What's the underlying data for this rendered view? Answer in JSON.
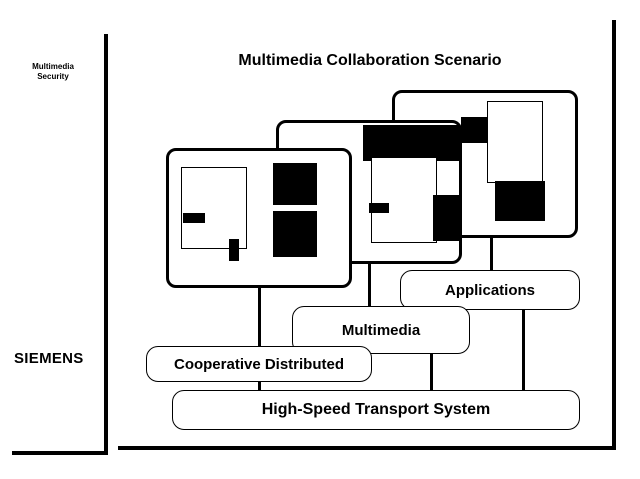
{
  "sidebar": {
    "label_line1": "Multimedia",
    "label_line2": "Security",
    "brand": "SIEMENS"
  },
  "title": "Multimedia Collaboration Scenario",
  "layers": {
    "applications": "Applications",
    "multimedia": "Multimedia",
    "cooperative": "Cooperative Distributed",
    "transport": "High-Speed Transport System"
  }
}
